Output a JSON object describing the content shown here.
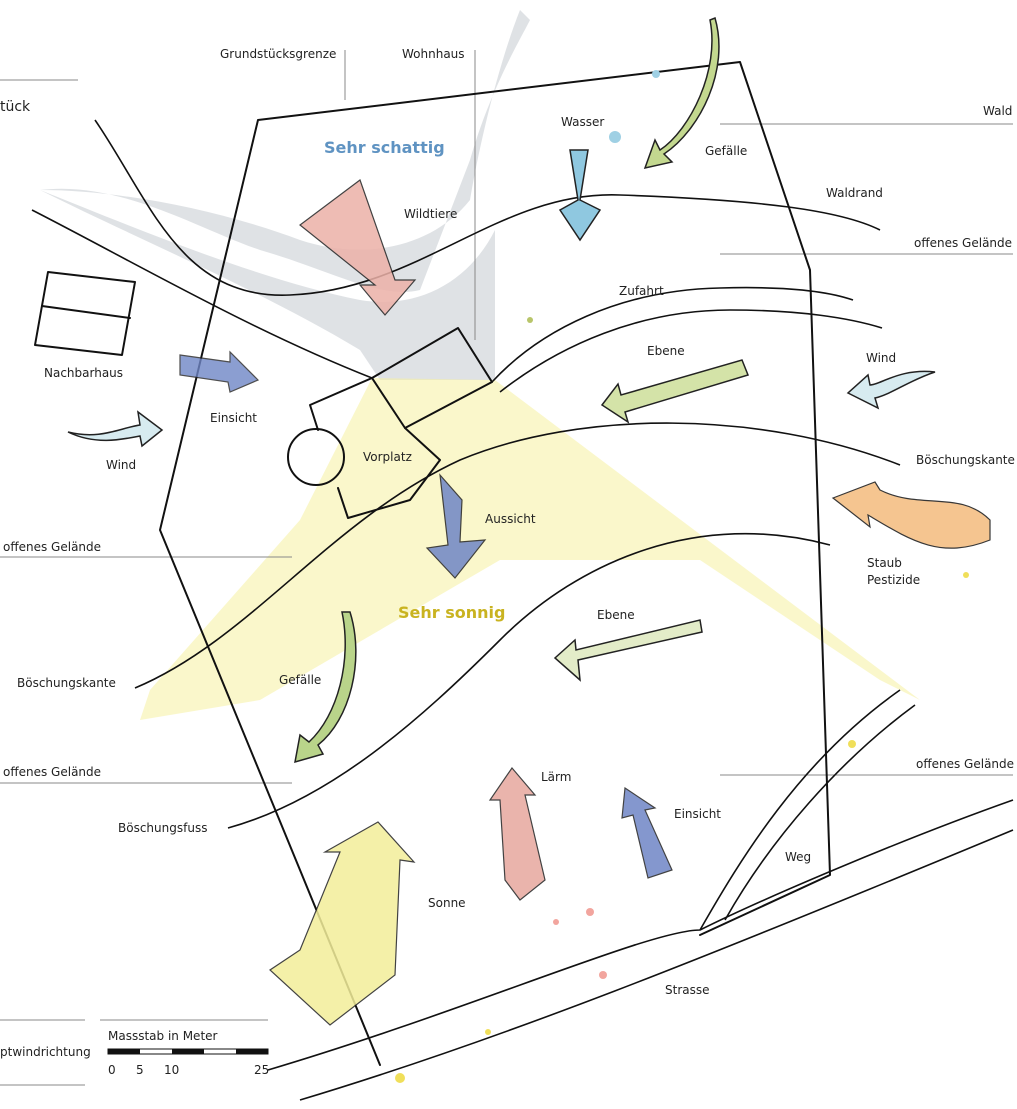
{
  "labels": {
    "grundstuecksgrenze": "Grundstücksgrenze",
    "wohnhaus": "Wohnhaus",
    "stueck": "tück",
    "wald": "Wald",
    "sehr_schattig": "Sehr schattig",
    "wasser": "Wasser",
    "gefaelle_top": "Gefälle",
    "waldrand": "Waldrand",
    "wildtiere": "Wildtiere",
    "offenes_gelaende_right1": "offenes Gelände",
    "zufahrt": "Zufahrt",
    "nachbarhaus": "Nachbarhaus",
    "ebene_top": "Ebene",
    "wind_right": "Wind",
    "einsicht_left": "Einsicht",
    "vorplatz": "Vorplatz",
    "wind_left": "Wind",
    "boeschungskante_right": "Böschungskante",
    "aussicht": "Aussicht",
    "offenes_gelaende_left1": "offenes Gelände",
    "staub": "Staub",
    "pestizide": "Pestizide",
    "sehr_sonnig": "Sehr sonnig",
    "ebene_mid": "Ebene",
    "boeschungskante_left": "Böschungskante",
    "gefaelle_left": "Gefälle",
    "offenes_gelaende_left2": "offenes Gelände",
    "offenes_gelaende_right2": "offenes Gelände",
    "laerm": "Lärm",
    "boeschungsfuss": "Böschungsfuss",
    "einsicht_bottom": "Einsicht",
    "weg": "Weg",
    "sonne": "Sonne",
    "strasse": "Strasse",
    "hauptwindrichtung": "ptwindrichtung",
    "massstab": "Massstab in Meter"
  },
  "scale_ticks": [
    "0",
    "5",
    "10",
    "25"
  ],
  "colors": {
    "shade": "#c9ced3",
    "sun": "#f3ee9a",
    "blue": "#7fb7d6",
    "green": "#b9d48a",
    "pink": "#e7a79e",
    "orange": "#f3bb7c",
    "violet": "#6f86c6",
    "lightblue": "#cfe8ee"
  }
}
